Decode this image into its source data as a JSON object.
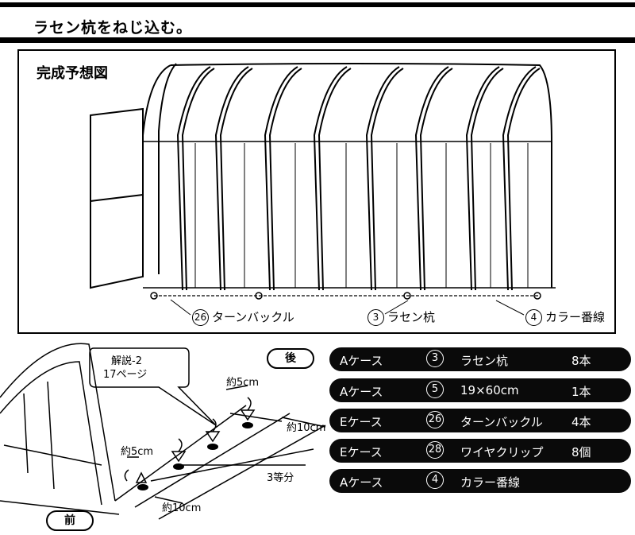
{
  "page": {
    "title": "ラセン杭をねじ込む。"
  },
  "preview": {
    "title": "完成予想図",
    "callouts": [
      {
        "num": "26",
        "text": "ターンバックル"
      },
      {
        "num": "3",
        "text": "ラセン杭"
      },
      {
        "num": "4",
        "text": "カラー番線"
      }
    ]
  },
  "diagram": {
    "back_label": "後",
    "front_label": "前",
    "bubble_line1": "解説-2",
    "bubble_line2": "17ページ",
    "dim_5cm_top": "約5cm",
    "dim_10cm_right": "約10cm",
    "dim_5cm_left": "約5cm",
    "dim_10cm_bottom": "約10cm",
    "equal_divide": "3等分"
  },
  "parts": [
    {
      "case": "Aケース",
      "num": "3",
      "name": "ラセン杭",
      "qty": "8本"
    },
    {
      "case": "Aケース",
      "num": "5",
      "name": "19×60cm",
      "qty": "1本"
    },
    {
      "case": "Eケース",
      "num": "26",
      "name": "ターンバックル",
      "qty": "4本"
    },
    {
      "case": "Eケース",
      "num": "28",
      "name": "ワイヤクリップ",
      "qty": "8個"
    },
    {
      "case": "Aケース",
      "num": "4",
      "name": "カラー番線",
      "qty": ""
    }
  ]
}
